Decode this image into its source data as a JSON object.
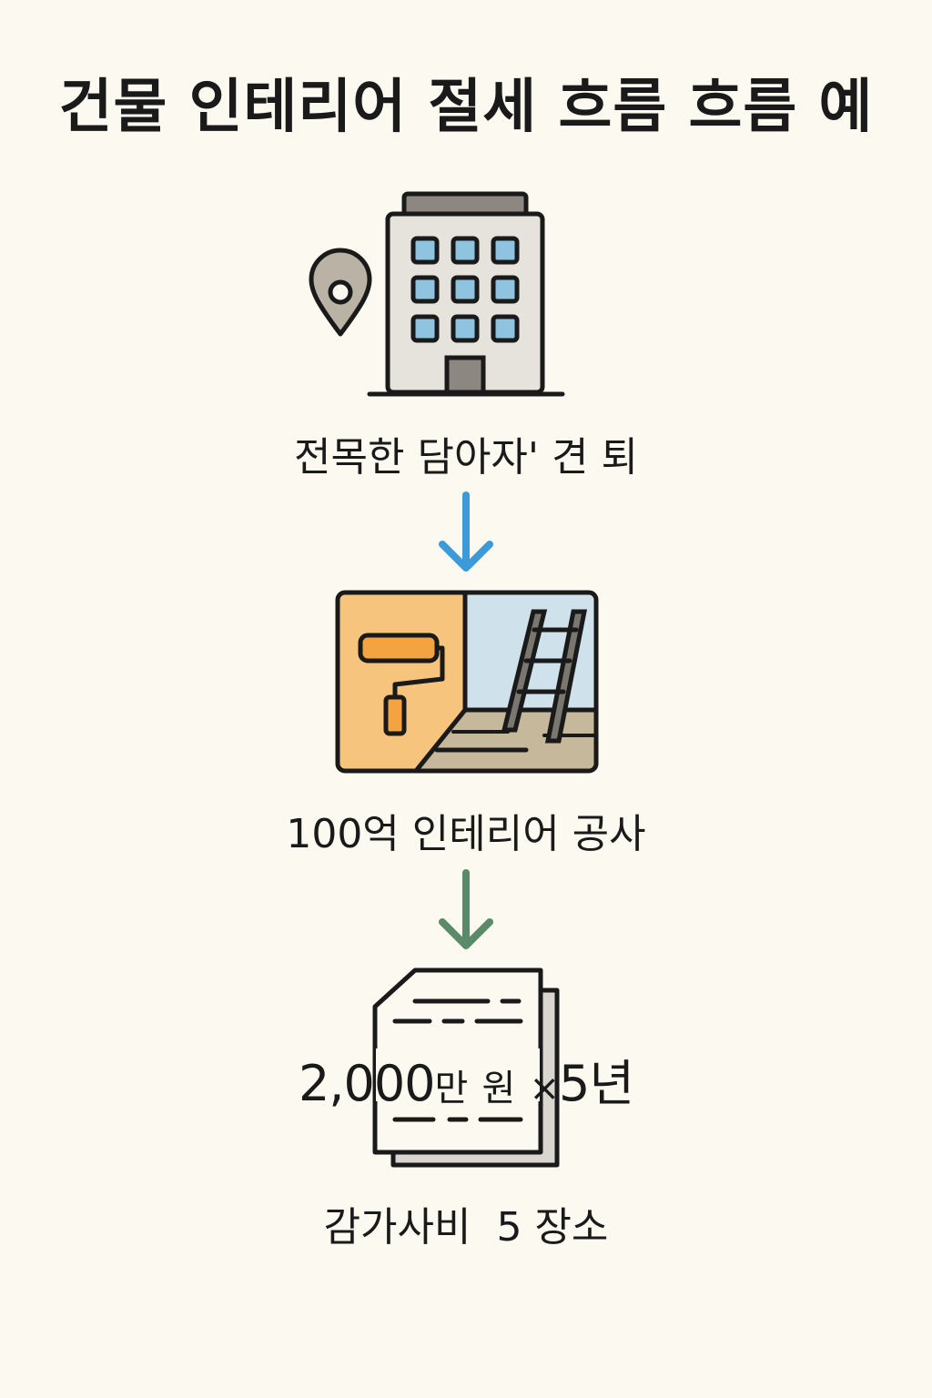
{
  "title": "건물 인테리어 절세 흐름 흐름 예",
  "steps": [
    {
      "icon": "building-with-location-pin",
      "label": "전목한 담아자' 견 퇴"
    },
    {
      "icon": "interior-renovation-roller-ladder",
      "label": "100억 인테리어 공사"
    },
    {
      "icon": "document-stack",
      "label": "감가사비  5 장소"
    }
  ],
  "document": {
    "amount": "2,000",
    "unit_man": "만",
    "unit_won": "원",
    "times": "×",
    "years": "5년"
  },
  "arrows": [
    {
      "color": "#3d9ad8"
    },
    {
      "color": "#5a8a6a"
    }
  ],
  "colors": {
    "background": "#fcfaf0",
    "building": "#e6e3dc",
    "window": "#8fc4e0",
    "pin": "#b9b2a5",
    "wall_orange": "#f7c47e",
    "wall_blue": "#cfe1ea",
    "floor": "#c6b89a",
    "roller": "#f3a440"
  }
}
